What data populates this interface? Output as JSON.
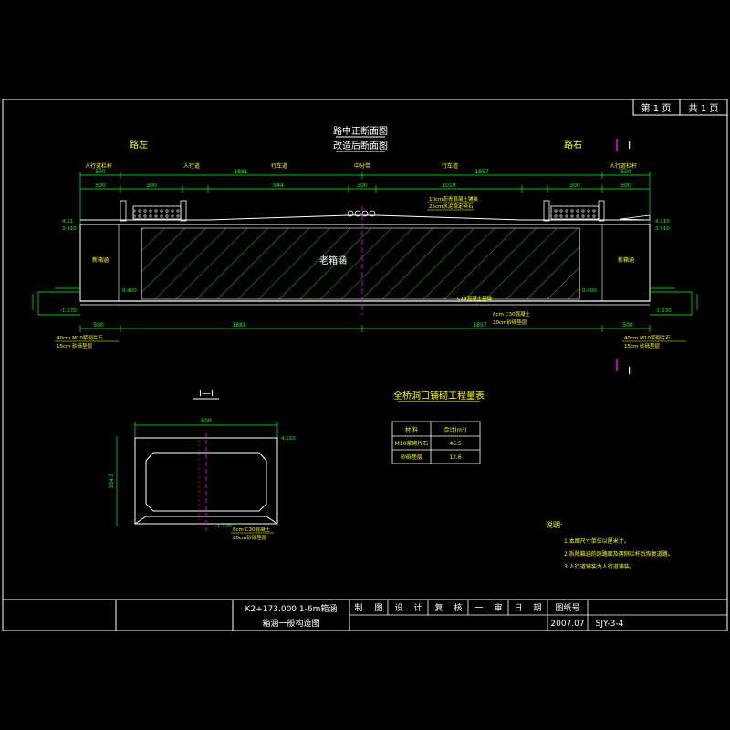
{
  "page_box": {
    "page_label": "第 1 页",
    "total_label": "共 1 页"
  },
  "cross_section": {
    "title": "路中正断面图",
    "subtitle": "改造后断面图",
    "road_left": "路左",
    "road_right": "路右",
    "section_mark": "I",
    "label_sidewalk_left": "人行道栏杆",
    "label_sidewalk": "人行道",
    "label_lane_left": "行车道",
    "label_center": "中分带",
    "label_lane_right": "行车道",
    "label_sidewalk_right": "人行道栏杆",
    "old_culvert": "老箱涵",
    "new_culvert_left": "新箱涵",
    "new_culvert_right": "新箱涵",
    "dims_top": {
      "left_half": "1881",
      "right_half": "1857",
      "walk_left": "500",
      "walk_right": "500"
    },
    "dims_mid": [
      "500",
      "300",
      "944",
      "300",
      "1019",
      "300",
      "500"
    ],
    "dims_bottom": {
      "left_half": "1881",
      "right_half": "1857",
      "end_left": "500",
      "end_right": "500"
    },
    "elev_left": [
      "4.11",
      "3.910",
      "0.400",
      "-1.170"
    ],
    "elev_right": [
      "4.110",
      "3.910",
      "0.400",
      "-1.130"
    ],
    "note_pavement": "10cm沥青混凝土铺装",
    "note_subbase": "25cm水泥稳定碎石",
    "note_bottom_left_1": "40cm M10浆砌片石",
    "note_bottom_left_2": "15cm 砂砾垫层",
    "note_bottom_right_1": "40cm M10浆砌片石",
    "note_bottom_right_2": "15cm 砂砾垫层",
    "note_bottom_mid_1": "8cm C30混凝土",
    "note_bottom_mid_2": "20cm砂砾垫层",
    "note_base": "C15混凝土基础"
  },
  "section_11": {
    "title": "I—I",
    "width": "600",
    "height": "334.5",
    "elev_top": "4.110",
    "elev_bottom": "-1.170",
    "note_1": "8cm C30混凝土",
    "note_2": "20cm砂砾垫层"
  },
  "quantity_table": {
    "title": "全桥洞口铺砌工程量表",
    "headers": [
      "材 料",
      "合计(m³)"
    ],
    "rows": [
      [
        "M10浆砌片石",
        "46.5"
      ],
      [
        "砂砾垫层",
        "12.6"
      ]
    ]
  },
  "notes": {
    "title": "说明:",
    "items": [
      "1.本图尺寸单位以厘米计。",
      "2.拆除箱涵的原路面及两侧栏杆后恢复道路。",
      "3.人行道铺装为人行道铺装。"
    ]
  },
  "title_block": {
    "drawing_line_1": "K2+173.000   1-6m箱涵",
    "drawing_line_2": "箱涵一般构造图",
    "cells": [
      "制",
      "图",
      "设",
      "计",
      "复",
      "核",
      "一",
      "审",
      "日",
      "期"
    ],
    "drawing_no_label": "图纸号",
    "date": "2007.07",
    "drawing_no": "SJY-3-4"
  },
  "colors": {
    "background": "#000000",
    "frame": "#ffffff",
    "structure": "#ffffff",
    "hatch": "#00ff00",
    "dimension": "#00ff00",
    "text": "#ffff00",
    "centerline": "#ff00ff",
    "rebar": "#ff0000"
  }
}
